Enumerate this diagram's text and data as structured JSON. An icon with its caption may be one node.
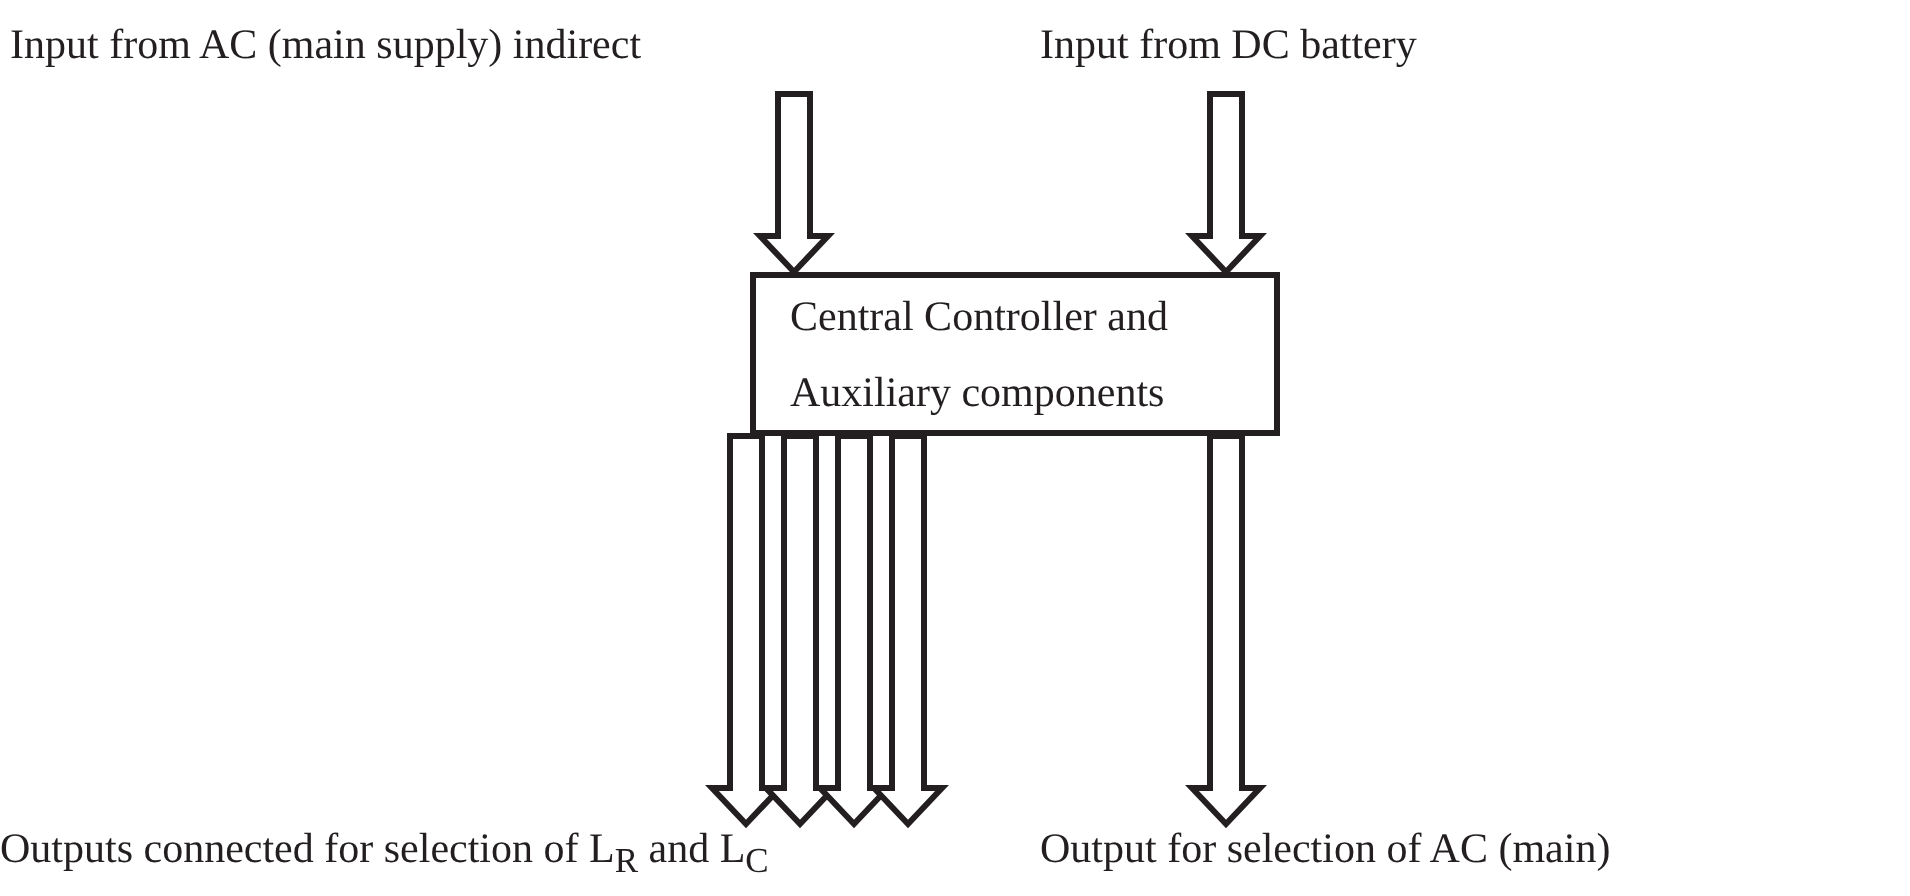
{
  "diagram": {
    "nodes": [
      {
        "text": [
          "Input from AC (main supply) indirect"
        ]
      },
      {
        "text": [
          "Input from DC battery"
        ]
      },
      {
        "text": [
          "Central Controller and Auxiliary components"
        ]
      },
      {
        "text": [
          "Outputs connected for selection of L$_{R}$ and L$_{C}$"
        ]
      },
      {
        "text": [
          "Output for selection of AC (main)"
        ]
      }
    ],
    "edges": [
      {
        "from": 0,
        "to": 2,
        "arrow": "to"
      },
      {
        "from": 1,
        "to": 2,
        "arrow": "to"
      },
      {
        "from": 2,
        "to": 3,
        "arrow": "to"
      },
      {
        "from": 2,
        "to": 3,
        "arrow": "to"
      },
      {
        "from": 2,
        "to": 3,
        "arrow": "to"
      },
      {
        "from": 2,
        "to": 3,
        "arrow": "to"
      },
      {
        "from": 2,
        "to": 4,
        "arrow": "to"
      }
    ]
  }
}
